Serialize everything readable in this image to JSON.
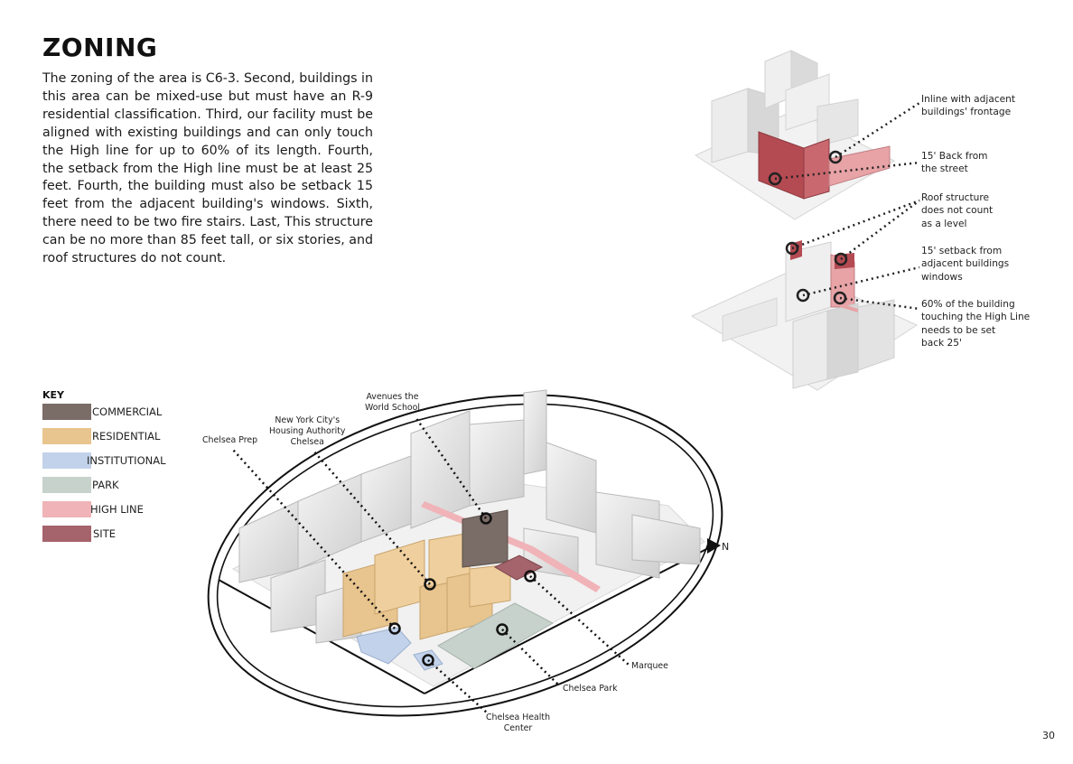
{
  "page": {
    "title": "ZONING",
    "body": "The zoning of the area is C6-3. Second, buildings in this area can be mixed-use but must have an R-9 residential classification. Third, our facility must be aligned with existing buildings and can only touch the High line for up to 60% of its length. Fourth, the setback from the High line must be at least 25 feet. Fourth, the building must also be setback 15 feet from the adjacent building's windows. Sixth, there need to be two fire stairs. Last, This structure can be no more than 85 feet tall, or six stories, and roof structures do not count.",
    "page_number": "30"
  },
  "key": {
    "title": "KEY",
    "items": [
      {
        "label": "COMMERCIAL",
        "color": "#7a6c66"
      },
      {
        "label": "RESIDENTIAL",
        "color": "#e8c48e"
      },
      {
        "label": "INSTITUTIONAL",
        "color": "#c2d2ea"
      },
      {
        "label": "PARK",
        "color": "#c7d2cc"
      },
      {
        "label": "HIGH LINE",
        "color": "#f0b3b8"
      },
      {
        "label": "SITE",
        "color": "#a5636b"
      }
    ]
  },
  "notes": [
    {
      "text": "Inline with adjacent\nbuildings' frontage"
    },
    {
      "text": "15' Back from\nthe street"
    },
    {
      "text": "Roof structure\ndoes not count\nas a level"
    },
    {
      "text": "15' setback from\nadjacent buildings\nwindows"
    },
    {
      "text": "60% of the building\ntouching the High Line\nneeds to be set\nback 25'"
    }
  ],
  "map_labels": [
    {
      "text": "Avenues the\nWorld School"
    },
    {
      "text": "New York City's\nHousing Authority\nChelsea"
    },
    {
      "text": "Chelsea Prep"
    },
    {
      "text": "Marquee"
    },
    {
      "text": "Chelsea Park"
    },
    {
      "text": "Chelsea Health\nCenter"
    }
  ],
  "north_label": "N",
  "colors": {
    "site": "#b44a52",
    "site_light": "#e7a3a6",
    "building": "#e9e9e9",
    "building_dark": "#c4c4c4",
    "marker": "#222222"
  }
}
